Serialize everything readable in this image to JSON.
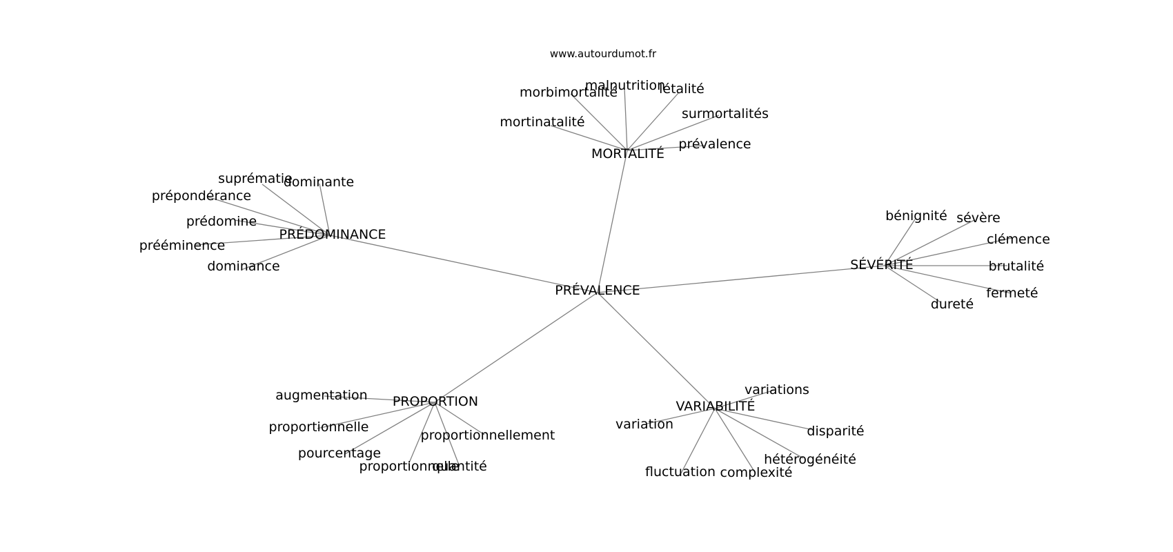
{
  "watermark": "www.autourdumot.fr",
  "center": "PRÉVALENCE",
  "clusters": [
    {
      "hub": "MORTALITÉ",
      "leaves": [
        "malnutrition",
        "morbimortalité",
        "létalité",
        "mortinatalité",
        "surmortalités",
        "prévalence"
      ]
    },
    {
      "hub": "PRÉDOMINANCE",
      "leaves": [
        "suprématie",
        "dominante",
        "prépondérance",
        "prédomine",
        "prééminence",
        "dominance"
      ]
    },
    {
      "hub": "SÉVÉRITÉ",
      "leaves": [
        "bénignité",
        "sévère",
        "clémence",
        "brutalité",
        "fermeté",
        "dureté"
      ]
    },
    {
      "hub": "PROPORTION",
      "leaves": [
        "augmentation",
        "proportionnelle",
        "pourcentage",
        "proportionnelle",
        "quantité",
        "proportionnellement"
      ]
    },
    {
      "hub": "VARIABILITÉ",
      "leaves": [
        "variations",
        "variation",
        "disparité",
        "hétérogénéité",
        "complexité",
        "fluctuation"
      ]
    }
  ]
}
